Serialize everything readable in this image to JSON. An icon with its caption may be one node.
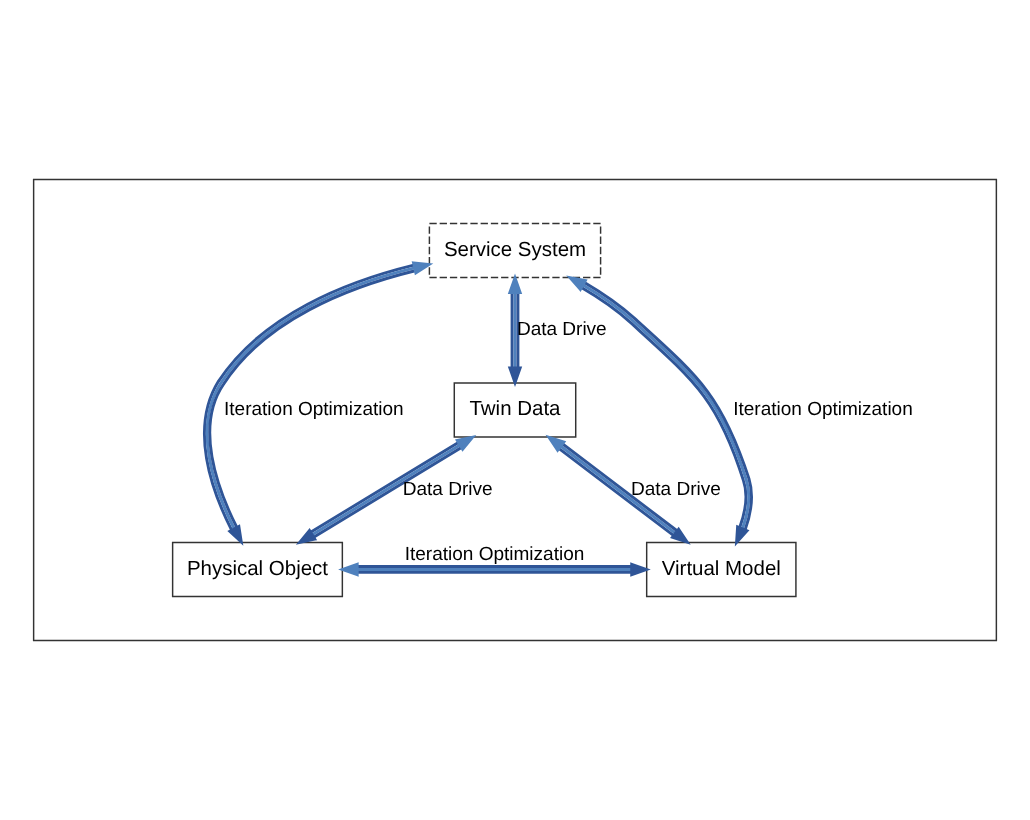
{
  "diagram": {
    "nodes": [
      {
        "text": [],
        "shape": "triangle"
      },
      {
        "text": [
          "Service System"
        ],
        "in": 0
      },
      {
        "text": [
          "Twin Data"
        ],
        "in": 0
      },
      {
        "text": [
          "Physical Object"
        ],
        "in": 0
      },
      {
        "text": [
          "Virtual Model"
        ],
        "in": 0
      }
    ],
    "edges": [
      {
        "from": 1,
        "to": 3,
        "arrow": "both",
        "label": "Iteration Optimization"
      },
      {
        "from": 1,
        "to": 2,
        "arrow": "both",
        "label": "Data Drive"
      },
      {
        "from": 1,
        "to": 4,
        "arrow": "both",
        "label": "Iteration Optimization"
      },
      {
        "from": 2,
        "to": 3,
        "arrow": "both",
        "label": "Data Drive"
      },
      {
        "from": 2,
        "to": 4,
        "arrow": "both",
        "label": "Data Drive"
      },
      {
        "from": 3,
        "to": 4,
        "arrow": "both",
        "label": "Iteration Optimization"
      }
    ]
  }
}
